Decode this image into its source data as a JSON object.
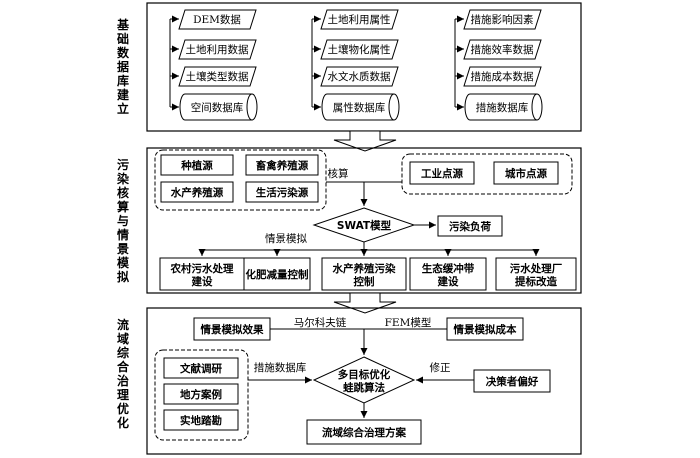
{
  "sections": {
    "s1": {
      "title": "基础数据库建立",
      "cols": [
        {
          "items": [
            "DEM数据",
            "土地利用数据",
            "土壤类型数据"
          ],
          "db": "空间数据库"
        },
        {
          "items": [
            "土地利用属性",
            "土壤物化属性",
            "水文水质数据"
          ],
          "db": "属性数据库"
        },
        {
          "items": [
            "措施影响因素",
            "措施效率数据",
            "措施成本数据"
          ],
          "db": "措施数据库"
        }
      ]
    },
    "s2": {
      "title": "污染核算与情景模拟",
      "sources": [
        "种植源",
        "畜禽养殖源",
        "水产养殖源",
        "生活污染源"
      ],
      "points": [
        "工业点源",
        "城市点源"
      ],
      "accounting": "核算",
      "swat": "SWAT模型",
      "load": "污染负荷",
      "scenario_sim": "情景模拟",
      "measures": [
        [
          "农村污水处理",
          "建设"
        ],
        [
          "化肥减量控制"
        ],
        [
          "水产养殖污染",
          "控制"
        ],
        [
          "生态缓冲带",
          "建设"
        ],
        [
          "污水处理厂",
          "提标改造"
        ]
      ]
    },
    "s3": {
      "title": "流域综合治理优化",
      "effect": "情景模拟效果",
      "markov": "马尔科夫链",
      "fem": "FEM模型",
      "cost": "情景模拟成本",
      "refs": [
        "文献调研",
        "地方案例",
        "实地踏勘"
      ],
      "measure_db": "措施数据库",
      "optimize": [
        "多目标优化",
        "蛙跳算法"
      ],
      "correct": "修正",
      "preference": "决策者偏好",
      "plan": "流域综合治理方案"
    }
  }
}
